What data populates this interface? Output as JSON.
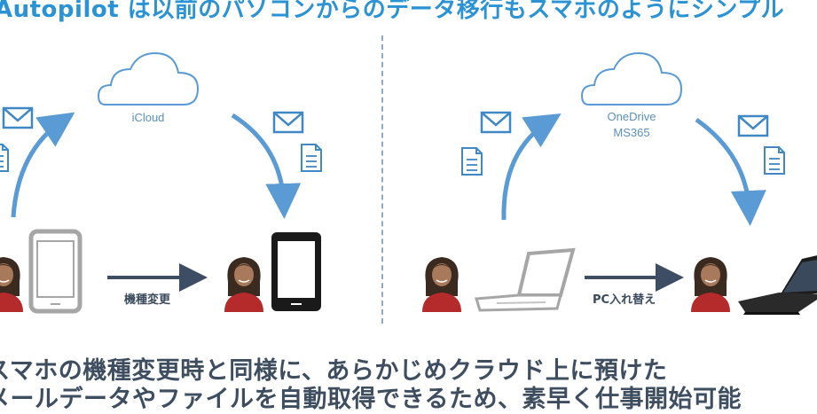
{
  "title": "Autopilot は以前のパソコンからのデータ移行もスマホのようにシンプル",
  "left": {
    "cloud_label": "iCloud",
    "transfer_label": "機種変更"
  },
  "right": {
    "cloud_label_1": "OneDrive",
    "cloud_label_2": "MS365",
    "transfer_label": "PC入れ替え"
  },
  "caption": {
    "line1": "スマホの機種変更時と同様に、あらかじめクラウド上に預けた",
    "line2": "メールデータやファイルを自動取得できるため、素早く仕事開始可能"
  },
  "colors": {
    "accent": "#2a93d5",
    "arrow_blue": "#5b9bd5",
    "icon_blue": "#3f88c5"
  }
}
